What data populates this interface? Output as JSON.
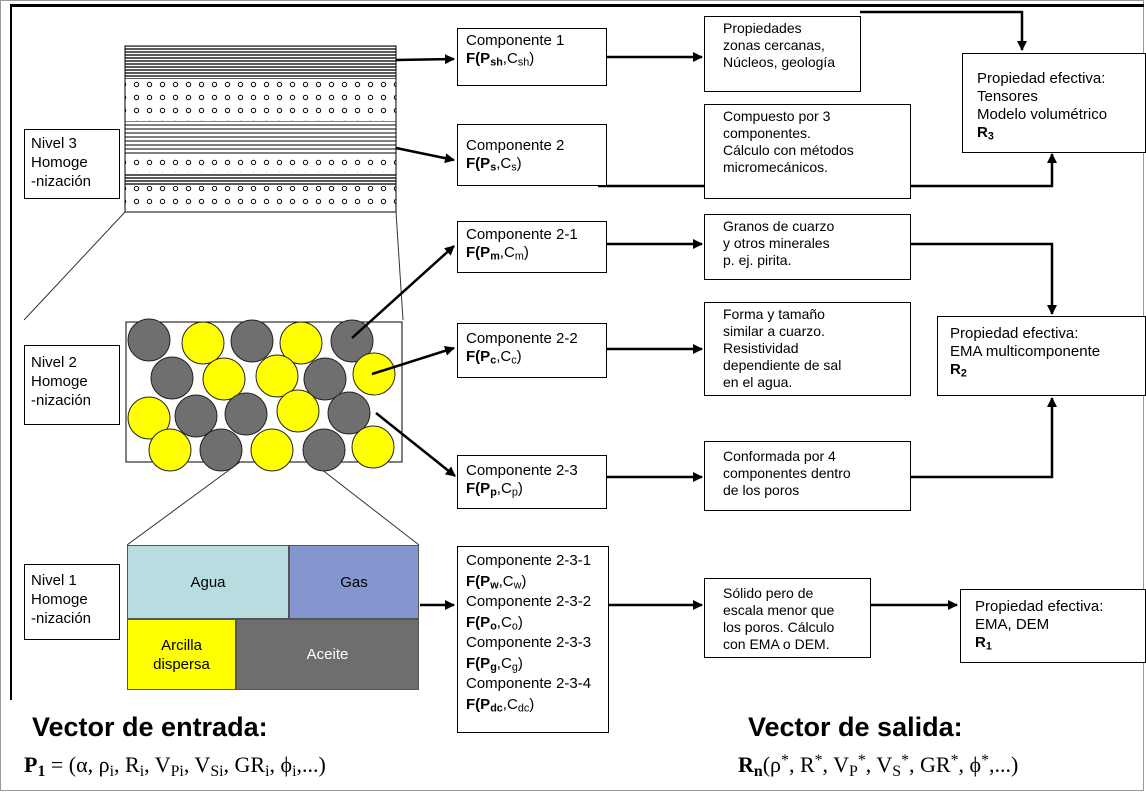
{
  "colors": {
    "yellow": "#ffff00",
    "gray": "#6f6f6f",
    "agua": "#b7dde0",
    "gas": "#8496cf",
    "arcilla": "#ffff00",
    "aceite": "#6e6e6e"
  },
  "levels": [
    {
      "line1": "Nivel 3",
      "line2": "Homoge",
      "line3": "-nización"
    },
    {
      "line1": "Nivel 2",
      "line2": "Homoge",
      "line3": "-nización"
    },
    {
      "line1": "Nivel 1",
      "line2": "Homoge",
      "line3": "-nización"
    }
  ],
  "components": {
    "c1": {
      "name": "Componente 1",
      "F": "F(",
      "P": "P",
      "Psub": "sh",
      "C": "C",
      "Csub": "sh"
    },
    "c2": {
      "name": "Componente 2",
      "F": "F(",
      "P": "P",
      "Psub": "s",
      "C": "C",
      "Csub": "s"
    },
    "c21": {
      "name": "Componente 2-1",
      "F": "F(",
      "P": "P",
      "Psub": "m",
      "C": "C",
      "Csub": "m"
    },
    "c22": {
      "name": "Componente 2-2",
      "F": "F(",
      "P": "P",
      "Psub": "c",
      "C": "C",
      "Csub": "c"
    },
    "c23": {
      "name": "Componente 2-3",
      "F": "F(",
      "P": "P",
      "Psub": "p",
      "C": "C",
      "Csub": "p"
    },
    "c231": {
      "name": "Componente 2-3-1",
      "F": "F(",
      "P": "P",
      "Psub": "w",
      "C": "C",
      "Csub": "w"
    },
    "c232": {
      "name": "Componente 2-3-2",
      "F": "F(",
      "P": "P",
      "Psub": "o",
      "C": "C",
      "Csub": "o"
    },
    "c233": {
      "name": "Componente 2-3-3",
      "F": "F(",
      "P": "P",
      "Psub": "g",
      "C": "C",
      "Csub": "g"
    },
    "c234": {
      "name": "Componente 2-3-4",
      "F": "F(",
      "P": "P",
      "Psub": "dc",
      "C": "C",
      "Csub": "dc"
    }
  },
  "descriptions": {
    "d1": [
      "Propiedades",
      "zonas cercanas,",
      "Núcleos, geología"
    ],
    "d2": [
      "Compuesto por 3",
      "componentes.",
      "Cálculo con métodos",
      "micromecánicos."
    ],
    "d21": [
      "Granos de cuarzo",
      "y otros minerales",
      "p. ej. pirita."
    ],
    "d22": [
      "Forma y tamaño",
      "similar a cuarzo.",
      "Resistividad",
      "dependiente de sal",
      "en el agua."
    ],
    "d23": [
      "Conformada por 4",
      "componentes  dentro",
      "de los poros"
    ],
    "d1b": [
      "Sólido pero de",
      "escala menor que",
      "los poros. Cálculo",
      "con EMA o DEM."
    ]
  },
  "results": {
    "r3": {
      "line1": "Propiedad efectiva:",
      "line2": "Tensores",
      "line3": "Modelo volumétrico",
      "R": "R",
      "Rsub": "3"
    },
    "r2": {
      "line1": "Propiedad efectiva:",
      "line2": "EMA multicomponente",
      "R": "R",
      "Rsub": "2"
    },
    "r1": {
      "line1": "Propiedad efectiva:",
      "line2": "EMA, DEM",
      "R": "R",
      "Rsub": "1"
    }
  },
  "fluids": {
    "agua": "Agua",
    "gas": "Gas",
    "arcilla1": "Arcilla",
    "arcilla2": "dispersa",
    "aceite": "Aceite"
  },
  "vector_in": {
    "title": "Vector de entrada:",
    "lhs": "P",
    "lhs_sub": "1",
    "eq": " = (α, ρ",
    "t1": "i",
    "s1": ", R",
    "t2": "i",
    "s2": ", V",
    "t3": "Pi",
    "s3": ", V",
    "t4": "Si",
    "s4": ", GR",
    "t5": "i",
    "s5": ", ϕ",
    "t6": "i",
    "s6": ",...)"
  },
  "vector_out": {
    "title": "Vector de salida:",
    "lhs": "R",
    "lhs_sub": "n",
    "p1": "(ρ",
    "p2": ", R",
    "p3": ", V",
    "p3sub": "P",
    "p4": ", V",
    "p4sub": "S",
    "p5": ", GR",
    "p6": ", ϕ",
    "p7": ",...)",
    "star": "*"
  }
}
